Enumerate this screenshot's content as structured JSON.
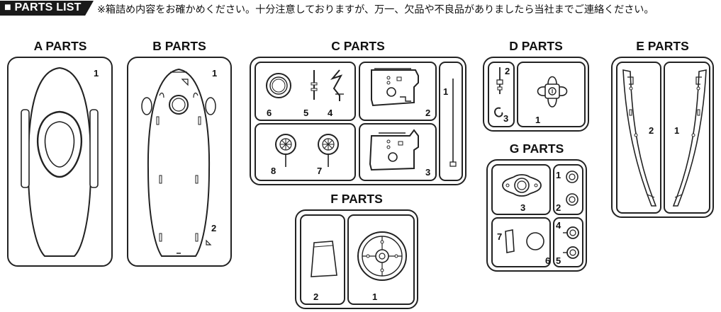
{
  "header": {
    "badge": "■ PARTS LIST",
    "note": "※箱詰め内容をお確かめください。十分注意しておりますが、万一、欠品や不良品がありましたら当社までご連絡ください。"
  },
  "groups": {
    "a": {
      "title": "A PARTS",
      "nums": [
        "1"
      ]
    },
    "b": {
      "title": "B PARTS",
      "nums": [
        "1",
        "2"
      ]
    },
    "c": {
      "title": "C PARTS",
      "nums": [
        "6",
        "5",
        "4",
        "2",
        "1",
        "8",
        "7",
        "3"
      ]
    },
    "d": {
      "title": "D PARTS",
      "nums": [
        "2",
        "3",
        "1"
      ]
    },
    "e": {
      "title": "E PARTS",
      "nums": [
        "2",
        "1"
      ]
    },
    "f": {
      "title": "F PARTS",
      "nums": [
        "2",
        "1"
      ]
    },
    "g": {
      "title": "G PARTS",
      "nums": [
        "3",
        "1",
        "2",
        "7",
        "6",
        "4",
        "5"
      ]
    }
  }
}
